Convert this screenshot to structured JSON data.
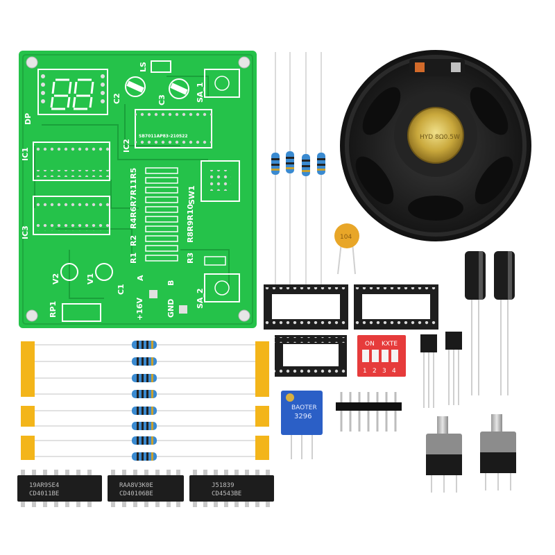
{
  "pcb": {
    "top_code": "SB7011AP83-210522",
    "labels": {
      "ls": "LS",
      "c2": "C2",
      "c3": "C3",
      "sa1": "SA_1",
      "dp": "DP",
      "ic1": "IC1",
      "ic2": "IC2",
      "ic3": "IC3",
      "res_top": "R4R6R7R11R5",
      "r2": "R2",
      "r8r9r10": "R8R9R10",
      "sw1": "SW1",
      "r1": "R1",
      "r3": "R3",
      "v1": "V1",
      "v2": "V2",
      "rp1": "RP1",
      "c1": "C1",
      "a": "A",
      "b": "B",
      "vin": "+16V",
      "gnd": "GND",
      "sa2": "SA_2"
    }
  },
  "speaker": {
    "label": "HYD 8Ω0.5W"
  },
  "capacitor": {
    "label": "104"
  },
  "dip_switch": {
    "on": "ON",
    "brand": "KXTE",
    "numbers": [
      "1",
      "2",
      "3",
      "4"
    ]
  },
  "potentiometer": {
    "line1": "BAOTER",
    "line2": "3296"
  },
  "chips": [
    {
      "line1": "19AR9SE4",
      "line2": "CD4011BE"
    },
    {
      "line1": "RAA8V3K0E",
      "line2": "CD40106BE"
    },
    {
      "line1": "J51839",
      "line2": "CD4543BE"
    }
  ]
}
